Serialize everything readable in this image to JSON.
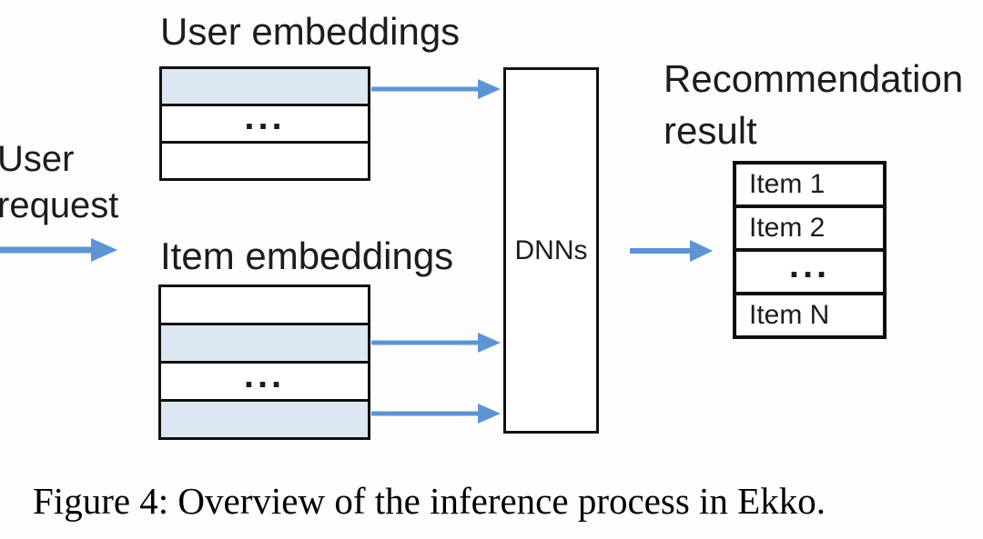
{
  "figure": {
    "caption": "Figure 4: Overview of the inference process in Ekko."
  },
  "diagram": {
    "user_request": {
      "line1": "User",
      "line2": "request"
    },
    "user_embeddings": {
      "label": "User embeddings",
      "rows": [
        {
          "text": "",
          "shaded": true
        },
        {
          "text": "...",
          "shaded": false
        },
        {
          "text": "",
          "shaded": false
        }
      ]
    },
    "item_embeddings": {
      "label": "Item embeddings",
      "rows": [
        {
          "text": "",
          "shaded": false
        },
        {
          "text": "",
          "shaded": true
        },
        {
          "text": "...",
          "shaded": false
        },
        {
          "text": "",
          "shaded": true
        }
      ]
    },
    "dnns": {
      "label": "DNNs"
    },
    "recommendation": {
      "label_line1": "Recommendation",
      "label_line2": "result",
      "items": [
        "Item 1",
        "Item 2",
        "...",
        "Item N"
      ]
    },
    "icons": [
      "arrow-right-user-request",
      "arrow-right-user-embeddings-to-dnns",
      "arrow-right-item-embeddings-top-to-dnns",
      "arrow-right-item-embeddings-bottom-to-dnns",
      "arrow-right-dnns-to-result"
    ],
    "colors": {
      "arrow": "#5e94d4",
      "shaded_row": "#dde7f2",
      "border": "#111111",
      "text": "#1c1c1c",
      "caption_text": "#000000",
      "background": "#fdfdfd"
    }
  }
}
